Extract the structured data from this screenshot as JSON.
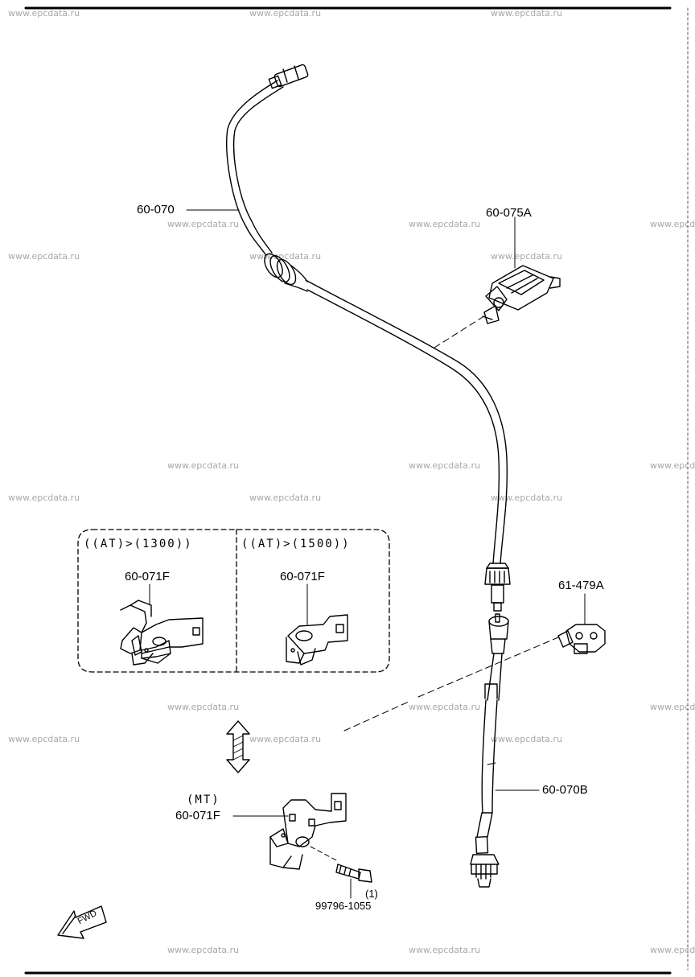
{
  "watermark": "www.epcdata.ru",
  "colors": {
    "line": "#000000",
    "watermark": "#a8a8a8",
    "background": "#ffffff"
  },
  "labels": {
    "cable_upper": "60-070",
    "cable_lower": "60-070B",
    "clip_upper": "60-075A",
    "clip_lower": "61-479A",
    "bracket_at_1300": "60-071F",
    "bracket_at_1500": "60-071F",
    "bracket_mt": "60-071F",
    "bolt": "99796-1055",
    "bolt_qty": "(1)"
  },
  "conditions": {
    "at_1300": "((AT)>(1300))",
    "at_1500": "((AT)>(1500))",
    "mt": "(MT)"
  },
  "direction": {
    "text": "FWD",
    "icon": "fwd-arrow-icon"
  },
  "alternative_icon": "double-arrow-icon"
}
